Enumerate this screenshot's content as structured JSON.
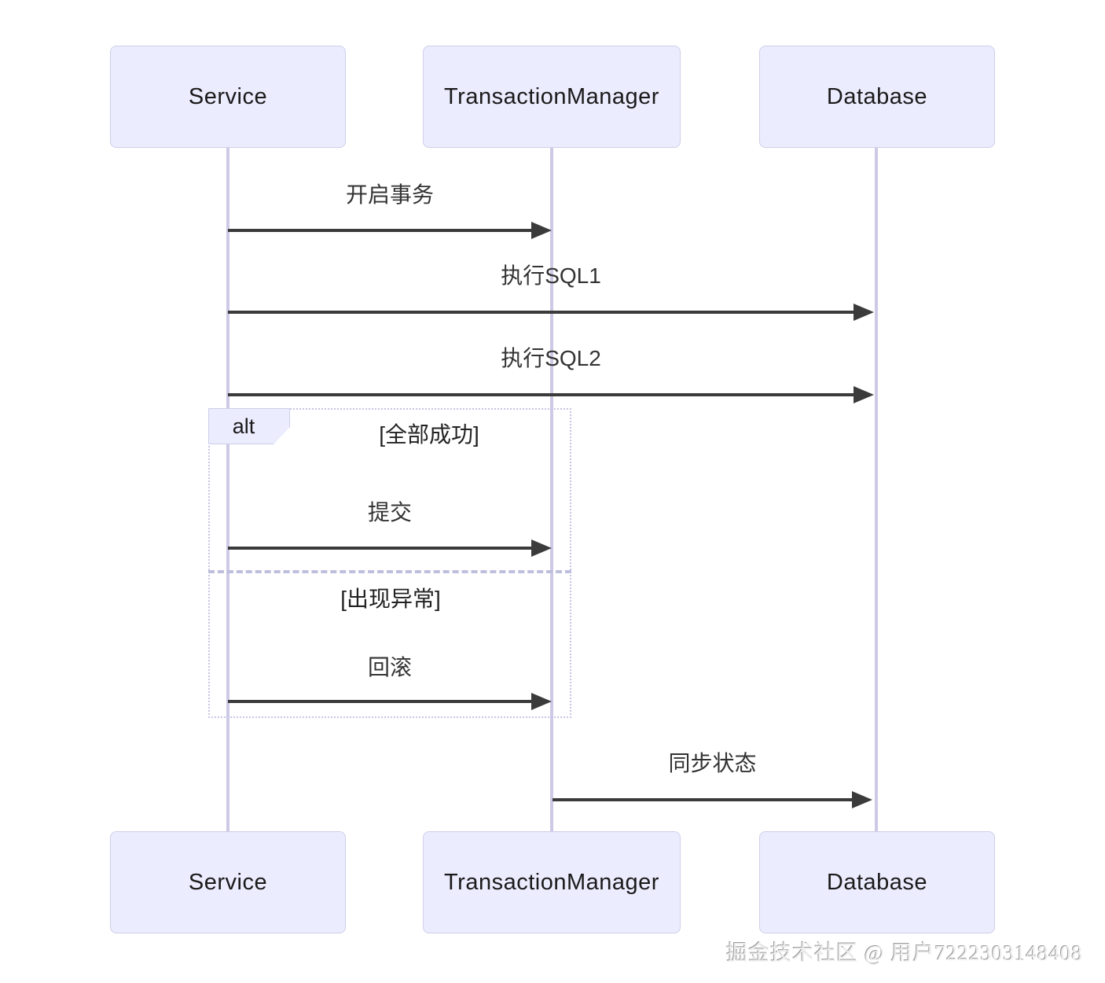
{
  "diagram": {
    "type": "sequence-diagram",
    "actors": [
      {
        "name": "Service"
      },
      {
        "name": "TransactionManager"
      },
      {
        "name": "Database"
      }
    ],
    "messages": [
      {
        "label": "开启事务",
        "from": "Service",
        "to": "TransactionManager"
      },
      {
        "label": "执行SQL1",
        "from": "Service",
        "to": "Database"
      },
      {
        "label": "执行SQL2",
        "from": "Service",
        "to": "Database"
      },
      {
        "label": "提交",
        "from": "Service",
        "to": "TransactionManager",
        "branch": "全部成功"
      },
      {
        "label": "回滚",
        "from": "Service",
        "to": "TransactionManager",
        "branch": "出现异常"
      },
      {
        "label": "同步状态",
        "from": "TransactionManager",
        "to": "Database"
      }
    ],
    "alt_block": {
      "keyword": "alt",
      "conditions": [
        "[全部成功]",
        "[出现异常]"
      ]
    },
    "watermark": "掘金技术社区 @ 用户7222303148408",
    "colors": {
      "actor_fill": "#ececff",
      "actor_border": "#cfcfe9",
      "lifeline": "#cdc9e6",
      "arrow": "#3b3b3b",
      "frame_border": "#c6c6e3",
      "text": "#333333"
    }
  }
}
